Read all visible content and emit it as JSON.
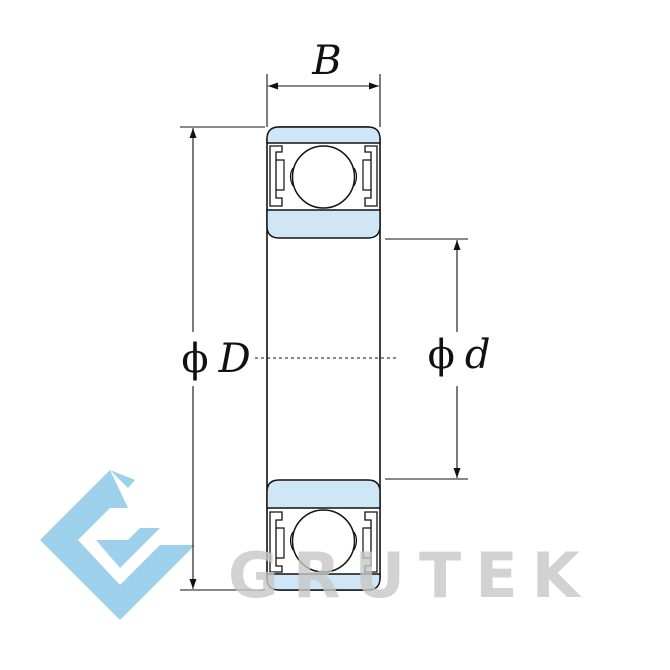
{
  "labels": {
    "width": "B",
    "outer_diameter_symbol": "ϕ",
    "outer_diameter": "D",
    "inner_diameter_symbol": "ϕ",
    "inner_diameter": "d"
  },
  "watermark": {
    "text": "GRUTEK",
    "logo_name": "grutek-logo"
  },
  "colors": {
    "line": "#111111",
    "ring_fill": "#cfe6f7",
    "watermark_logo": "#7fc1e3",
    "watermark_text": "#c7c7c7"
  }
}
